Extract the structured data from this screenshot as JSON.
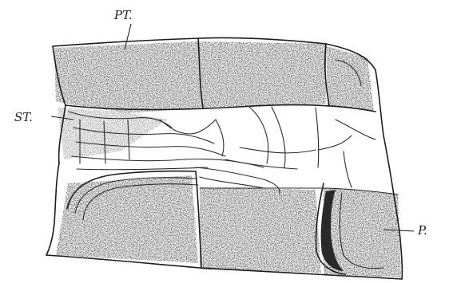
{
  "figure": {
    "labels": {
      "pt": "PT.",
      "st": "ST.",
      "p": "P."
    }
  },
  "colors": {
    "ink": "#1b1b1b",
    "shade": "#9a9a9a",
    "paper": "#ffffff"
  }
}
